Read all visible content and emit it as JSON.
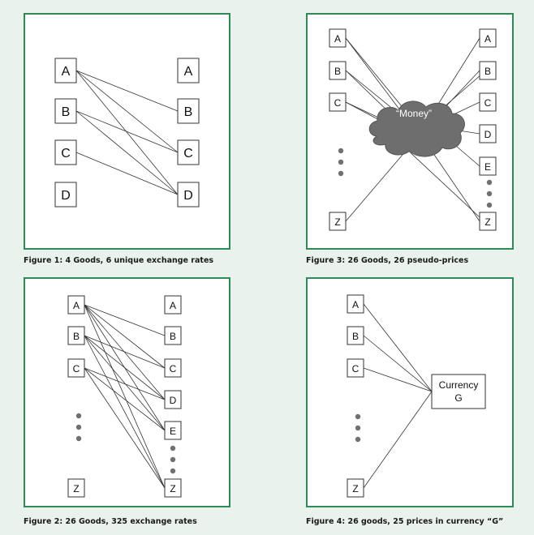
{
  "colors": {
    "frame": "#2e8b57",
    "background": "#e9f2ec",
    "line": "#333333",
    "cloud": "#6e6e6e",
    "dot": "#707070"
  },
  "figures": [
    {
      "caption": "Figure 1: 4 Goods, 6 unique exchange rates",
      "left_nodes": [
        "A",
        "B",
        "C",
        "D"
      ],
      "right_nodes": [
        "A",
        "B",
        "C",
        "D"
      ],
      "edges": [
        [
          "A",
          "B"
        ],
        [
          "A",
          "C"
        ],
        [
          "A",
          "D"
        ],
        [
          "B",
          "C"
        ],
        [
          "B",
          "D"
        ],
        [
          "C",
          "D"
        ]
      ]
    },
    {
      "caption": "Figure 2: 26 Goods, 325 exchange rates",
      "left_nodes": [
        "A",
        "B",
        "C",
        "Z"
      ],
      "right_nodes": [
        "A",
        "B",
        "C",
        "D",
        "E",
        "Z"
      ],
      "edges": [
        [
          "A",
          "B"
        ],
        [
          "A",
          "C"
        ],
        [
          "A",
          "D"
        ],
        [
          "A",
          "E"
        ],
        [
          "A",
          "Z"
        ],
        [
          "B",
          "C"
        ],
        [
          "B",
          "D"
        ],
        [
          "B",
          "E"
        ],
        [
          "B",
          "Z"
        ],
        [
          "C",
          "D"
        ],
        [
          "C",
          "E"
        ],
        [
          "C",
          "Z"
        ]
      ]
    },
    {
      "caption": "Figure 3: 26 Goods, 26 pseudo-prices",
      "hub_label": "“Money”",
      "left_nodes": [
        "A",
        "B",
        "C",
        "Z"
      ],
      "right_nodes": [
        "A",
        "B",
        "C",
        "D",
        "E",
        "Z"
      ]
    },
    {
      "caption": "Figure 4: 26 goods, 25 prices in currency “G”",
      "hub_label_line1": "Currency",
      "hub_label_line2": "G",
      "left_nodes": [
        "A",
        "B",
        "C",
        "Z"
      ]
    }
  ]
}
